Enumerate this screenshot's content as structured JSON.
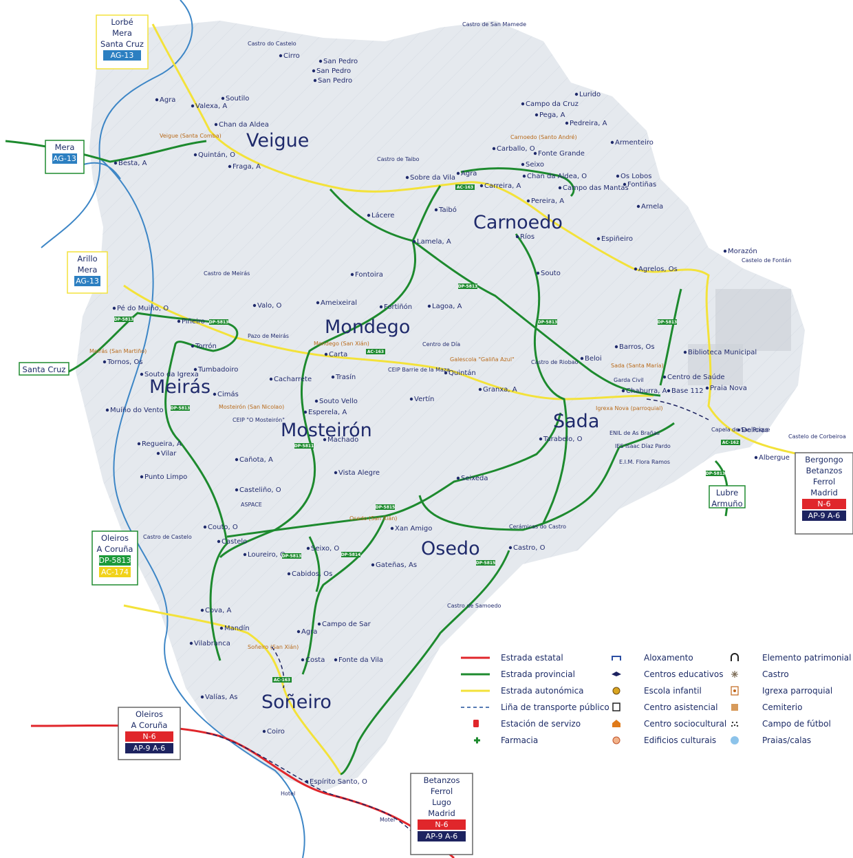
{
  "parishes": [
    "Veigue",
    "Carnoedo",
    "Mondego",
    "Meirás",
    "Mosteirón",
    "Sada",
    "Osedo",
    "Soñeiro"
  ],
  "places": [
    "Agra",
    "Soutilo",
    "Valexa, A",
    "Chan da Aldea",
    "Quintán, O",
    "Fraga, A",
    "Besta, A",
    "Cirro",
    "San Pedro",
    "San Pedro",
    "San Pedro",
    "Lurido",
    "Campo da Cruz",
    "Pega, A",
    "Pedreira, A",
    "Carballo, O",
    "Fonte Grande",
    "Seixo",
    "Chan da Aldea, O",
    "Campo das Mantas",
    "Sobre da Vila",
    "Agra",
    "Carreira, A",
    "Taibó",
    "Lácere",
    "Pereira, A",
    "Lamela, A",
    "Ríos",
    "Espiñeiro",
    "Agrelos, Os",
    "Souto",
    "Fontoira",
    "Valo, O",
    "Ameixeiral",
    "Fortiñón",
    "Lagoa, A",
    "Pé do Muiño, O",
    "Piñeiro",
    "Torrón",
    "Tornos, Os",
    "Souto da Igrexa",
    "Tumbadoiro",
    "Carta",
    "Quintán",
    "Trasín",
    "Cacharrete",
    "Barros, Os",
    "Beloi",
    "Chaburra, A",
    "Base 112",
    "Cimás",
    "Granxa, A",
    "Vertín",
    "Souto Vello",
    "Esperela, A",
    "Muíño do Vento",
    "Machado",
    "Regueira, A",
    "Vilar",
    "Tarabelo, O",
    "Cañota, A",
    "Vista Alegre",
    "Seixeda",
    "Casteliño, O",
    "Couto, O",
    "Castelo",
    "Xan Amigo",
    "Loureiro, O",
    "Seixo, O",
    "Castro, O",
    "Cabidos, Os",
    "Gateñas, As",
    "Cova, A",
    "Mandín",
    "Agra",
    "Campo de Sar",
    "Vilabranca",
    "Costa",
    "Fonte da Vila",
    "Valías, As",
    "Coiro",
    "Espírito Santo, O",
    "Punto Limpo",
    "Centro de Saúde",
    "Praia Nova",
    "Biblioteca Municipal",
    "Delicias",
    "Albergue",
    "Armenteiro",
    "Os Lobos",
    "Fontiñas",
    "Arnela",
    "Morazón"
  ],
  "pois": [
    "Castro de San Mamede",
    "Castro do Castelo",
    "Veigue (Santa Comba)",
    "Carnoedo (Santo André)",
    "Castro de Taibo",
    "Castro de Meirás",
    "Pazo de Meirás",
    "Mondego (San Xián)",
    "Centro de Día",
    "Galescola \"Galiña Azul\"",
    "CEIP Barrie de la Maza",
    "Castro de Riobao",
    "Sada (Santa María)",
    "Garda Civil",
    "Igrexa Nova (parroquial)",
    "Meirás (San Martiño)",
    "Mosteirón (San Nicolao)",
    "CEIP \"O Mosteirón\"",
    "ENIL de As Brañas",
    "IES Isaac Díaz Pardo",
    "E.I.M. Flora Ramos",
    "Capela de San Roque",
    "Castelo de Fontán",
    "Castelo de Corbeiroa",
    "ASPACE",
    "Osedo (San Xián)",
    "Cerámicas do Castro",
    "Castro de Castelo",
    "Castro de Samoedo",
    "Soñeiro (San Xián)",
    "Hotel",
    "Motel"
  ],
  "signs": [
    {
      "lines": [
        "Lorbé",
        "Mera",
        "Santa Cruz"
      ],
      "badges": [
        {
          "text": "AG-13",
          "color": "#2c7fc1"
        }
      ]
    },
    {
      "lines": [
        "Mera"
      ],
      "badges": [
        {
          "text": "AG-13",
          "color": "#2c7fc1"
        }
      ]
    },
    {
      "lines": [
        "Arillo",
        "Mera"
      ],
      "badges": [
        {
          "text": "AG-13",
          "color": "#2c7fc1"
        }
      ]
    },
    {
      "lines": [
        "Santa Cruz"
      ],
      "badges": []
    },
    {
      "lines": [
        "Oleiros",
        "A Coruña"
      ],
      "badges": [
        {
          "text": "DP-5813",
          "color": "#1d9a3a"
        },
        {
          "text": "AC-174",
          "color": "#f1d21a"
        }
      ]
    },
    {
      "lines": [
        "Oleiros",
        "A Coruña"
      ],
      "badges": [
        {
          "text": "N-6",
          "color": "#e0262b"
        },
        {
          "text": "AP-9 A-6",
          "color": "#1d2360"
        }
      ]
    },
    {
      "lines": [
        "Betanzos",
        "Ferrol",
        "Lugo",
        "Madrid"
      ],
      "badges": [
        {
          "text": "N-6",
          "color": "#e0262b"
        },
        {
          "text": "AP-9 A-6",
          "color": "#1d2360"
        }
      ]
    },
    {
      "lines": [
        "Bergongo",
        "Betanzos",
        "Ferrol",
        "Madrid"
      ],
      "badges": [
        {
          "text": "N-6",
          "color": "#e0262b"
        },
        {
          "text": "AP-9 A-6",
          "color": "#1d2360"
        }
      ]
    },
    {
      "lines": [
        "Lubre",
        "Armuño"
      ],
      "badges": []
    }
  ],
  "road_labels": [
    "DP-5813",
    "DP-5813",
    "DP-5811",
    "DP-5813",
    "DP-5814",
    "DP-5815",
    "DP-5815",
    "DP-5813",
    "DP-5813",
    "DP-5813",
    "DP-5813",
    "DP-5813",
    "AC-163",
    "AC-163",
    "AC-163",
    "AC-162"
  ],
  "legend": {
    "col1": [
      {
        "label": "Estrada estatal",
        "icon": "red-line"
      },
      {
        "label": "Estrada provincial",
        "icon": "green-line"
      },
      {
        "label": "Estrada autonómica",
        "icon": "yellow-line"
      },
      {
        "label": "Liña de transporte público",
        "icon": "dashed-line"
      },
      {
        "label": "Estación de servizo",
        "icon": "fuel-icon"
      },
      {
        "label": "Farmacia",
        "icon": "pharmacy-icon"
      }
    ],
    "col2": [
      {
        "label": "Aloxamento",
        "icon": "bed-icon"
      },
      {
        "label": "Centros educativos",
        "icon": "mortarboard-icon"
      },
      {
        "label": "Escola infantil",
        "icon": "bee-icon"
      },
      {
        "label": "Centro asistencial",
        "icon": "building-icon"
      },
      {
        "label": "Centro sociocultural",
        "icon": "house-icon"
      },
      {
        "label": "Edificios culturais",
        "icon": "theatre-icon"
      }
    ],
    "col3": [
      {
        "label": "Elemento patrimonial",
        "icon": "arch-icon"
      },
      {
        "label": "Castro",
        "icon": "castro-icon"
      },
      {
        "label": "Igrexa parroquial",
        "icon": "church-icon"
      },
      {
        "label": "Cemiterio",
        "icon": "cemetery-icon"
      },
      {
        "label": "Campo de fútbol",
        "icon": "football-icon"
      },
      {
        "label": "Praias/calas",
        "icon": "beach-icon"
      }
    ]
  },
  "colors": {
    "state_road": "#e0262b",
    "provincial_road": "#1d8a2e",
    "regional_road": "#f3e23a",
    "river": "#3d86c6",
    "land": "#e6eaef",
    "parish_text": "#1f2a6b"
  }
}
